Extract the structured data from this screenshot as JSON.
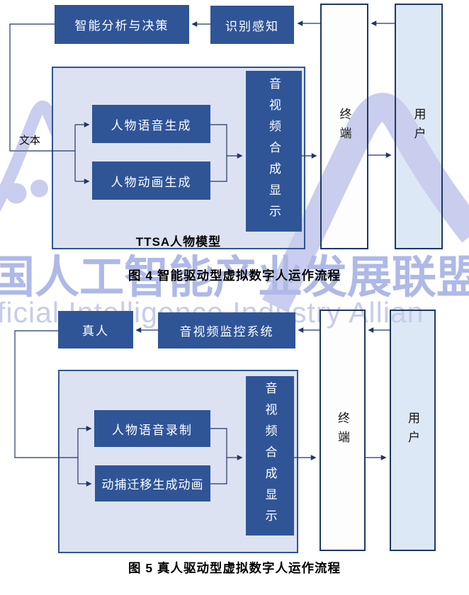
{
  "watermark": {
    "cn_text": "国人工智能产业发展联盟",
    "en_text": "ficial Intelligence Industry Allian",
    "shape_color": "#c9cdee",
    "cn_color": "#aeb9e8",
    "en_color": "#c6cde9"
  },
  "colors": {
    "process_box": "#2f5597",
    "panel_fill": "#dde2f3",
    "panel_border": "#2e5596",
    "terminal_fill": "#fdfdfe",
    "user_fill": "#dce8f5",
    "line": "#1f3864"
  },
  "figure4": {
    "caption": "图 4  智能驱动型虚拟数字人运作流程",
    "boxes": {
      "decision": "智能分析与决策",
      "perception": "识别感知",
      "terminal": "终端",
      "user": "用户",
      "input_label": "文本",
      "speech_gen": "人物语音生成",
      "animation_gen": "人物动画生成",
      "av_synthesis": "音视频合成显示",
      "container_label": "TTSA人物模型"
    }
  },
  "figure5": {
    "caption": "图 5  真人驱动型虚拟数字人运作流程",
    "boxes": {
      "real_person": "真人",
      "av_monitoring": "音视频监控系统",
      "terminal": "终端",
      "user": "用户",
      "speech_record": "人物语音录制",
      "mocap_animation": "动捕迁移生成动画",
      "av_synthesis": "音视频合成显示"
    }
  }
}
